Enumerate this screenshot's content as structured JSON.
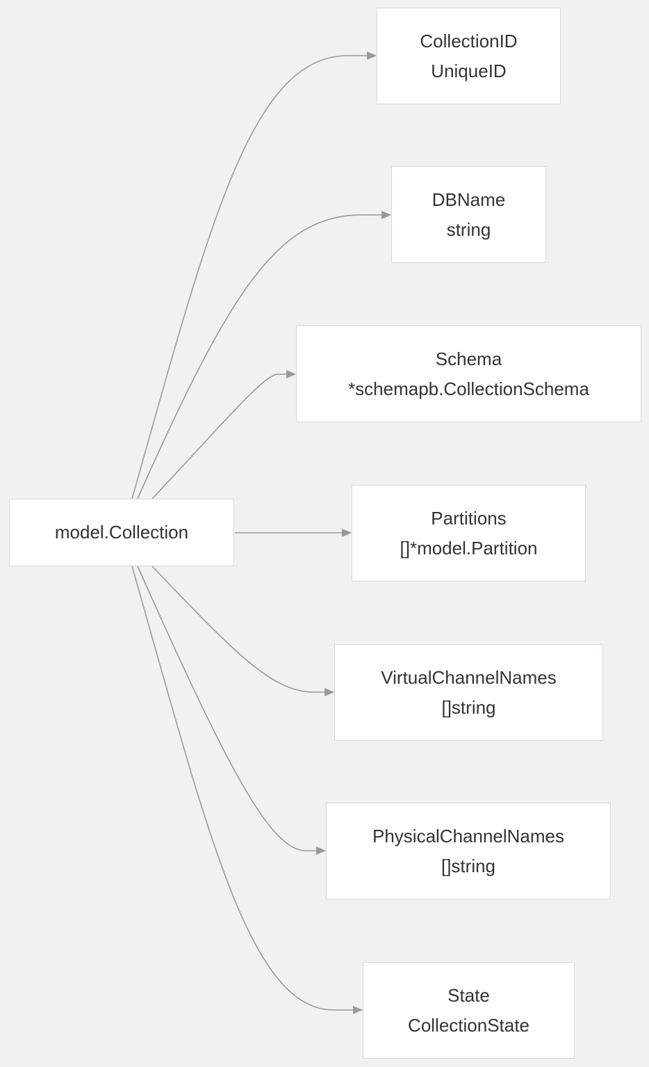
{
  "diagram": {
    "source": {
      "label": "model.Collection"
    },
    "fields": [
      {
        "name": "CollectionID",
        "type": "UniqueID"
      },
      {
        "name": "DBName",
        "type": "string"
      },
      {
        "name": "Schema",
        "type": "*schemapb.CollectionSchema"
      },
      {
        "name": "Partitions",
        "type": "[]*model.Partition"
      },
      {
        "name": "VirtualChannelNames",
        "type": "[]string"
      },
      {
        "name": "PhysicalChannelNames",
        "type": "[]string"
      },
      {
        "name": "State",
        "type": "CollectionState"
      }
    ]
  },
  "colors": {
    "background": "#f2f1f0",
    "node_fill": "#ffffff",
    "node_border": "#d9d9d9",
    "edge": "#999999",
    "text": "#333333"
  }
}
